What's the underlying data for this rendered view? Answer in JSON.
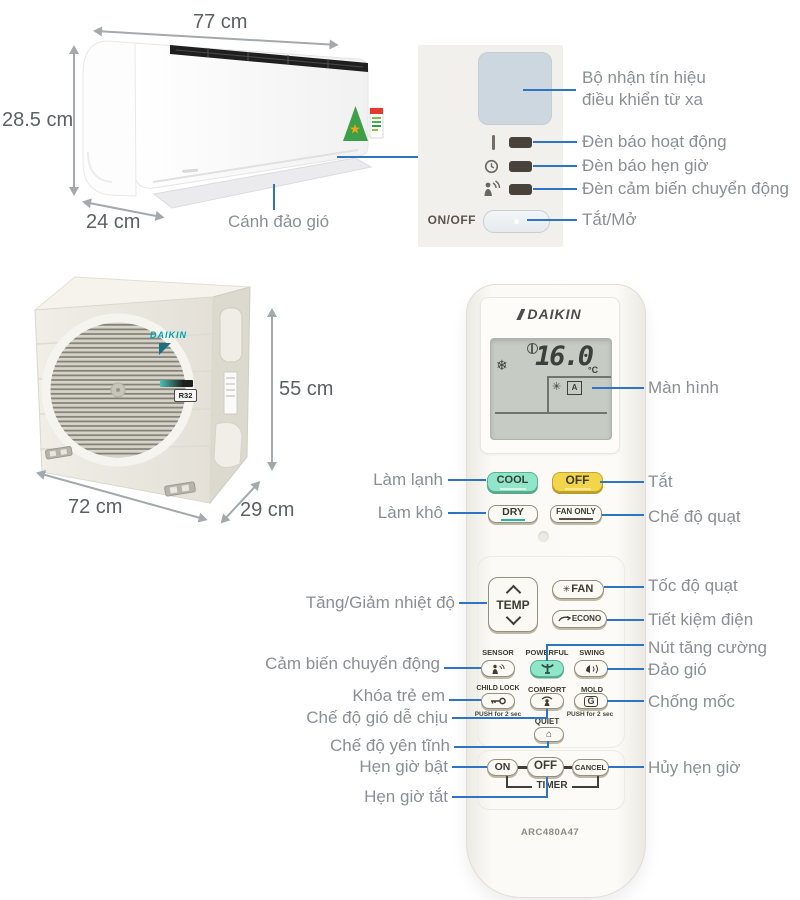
{
  "colors": {
    "connector_blue": "#2e74c4",
    "label_gray": "#8b8f93",
    "dimension_gray": "#5d6165",
    "cool_button": "#8fe6c9",
    "off_button": "#f2d54b",
    "daikin_teal": "#00a3b4",
    "lcd_green": "#c6ccc3"
  },
  "indoor_unit": {
    "dims": {
      "width": "77 cm",
      "height": "28.5 cm",
      "depth": "24 cm"
    },
    "deflector_label": "Cánh đảo gió"
  },
  "panel_detail": {
    "receiver_label_line1": "Bộ nhận tín hiệu",
    "receiver_label_line2": "điều khiển từ xa",
    "operation_lamp_label": "Đèn báo hoạt động",
    "timer_lamp_label": "Đèn báo hẹn giờ",
    "motion_lamp_label": "Đèn cảm biến chuyển động",
    "power_label": "Tắt/Mở",
    "on_off_text": "ON/OFF"
  },
  "outdoor_unit": {
    "dims": {
      "height": "55 cm",
      "width": "72 cm",
      "depth": "29 cm"
    },
    "brand": "DAIKIN",
    "refrigerant": "R32"
  },
  "remote": {
    "brand": "DAIKIN",
    "model": "ARC480A47",
    "display": {
      "temperature": "16.0",
      "unit": "°C",
      "auto_mode": "A",
      "snowflake_icon": "❄",
      "fan_icon": "✳"
    },
    "buttons": {
      "cool": "COOL",
      "off": "OFF",
      "dry": "DRY",
      "fan_only": "FAN ONLY",
      "temp": "TEMP",
      "fan": "FAN",
      "fan_icon": "✳",
      "econo": "ECONO",
      "sensor": "SENSOR",
      "powerful": "POWERFUL",
      "swing": "SWING",
      "child_lock": "CHILD LOCK",
      "comfort": "COMFORT",
      "mold": "MOLD",
      "mold_icon": "G",
      "quiet": "QUIET",
      "quiet_icon": "⌂",
      "timer_on": "ON",
      "timer_off": "OFF",
      "cancel": "CANCEL",
      "timer": "TIMER",
      "push_2sec": "PUSH for 2 sec"
    },
    "labels_left": [
      "Làm lạnh",
      "Làm khô",
      "Tăng/Giảm nhiệt độ",
      "Cảm biến chuyển động",
      "Khóa trẻ em",
      "Chế độ gió dễ chịu",
      "Chế độ yên tĩnh",
      "Hẹn giờ bật",
      "Hẹn giờ tắt"
    ],
    "labels_right": [
      "Màn hình",
      "Tắt",
      "Chế độ quạt",
      "Tốc độ quạt",
      "Tiết kiệm điện",
      "Nút tăng cường",
      "Đảo gió",
      "Chống mốc",
      "Hủy hẹn giờ"
    ]
  }
}
